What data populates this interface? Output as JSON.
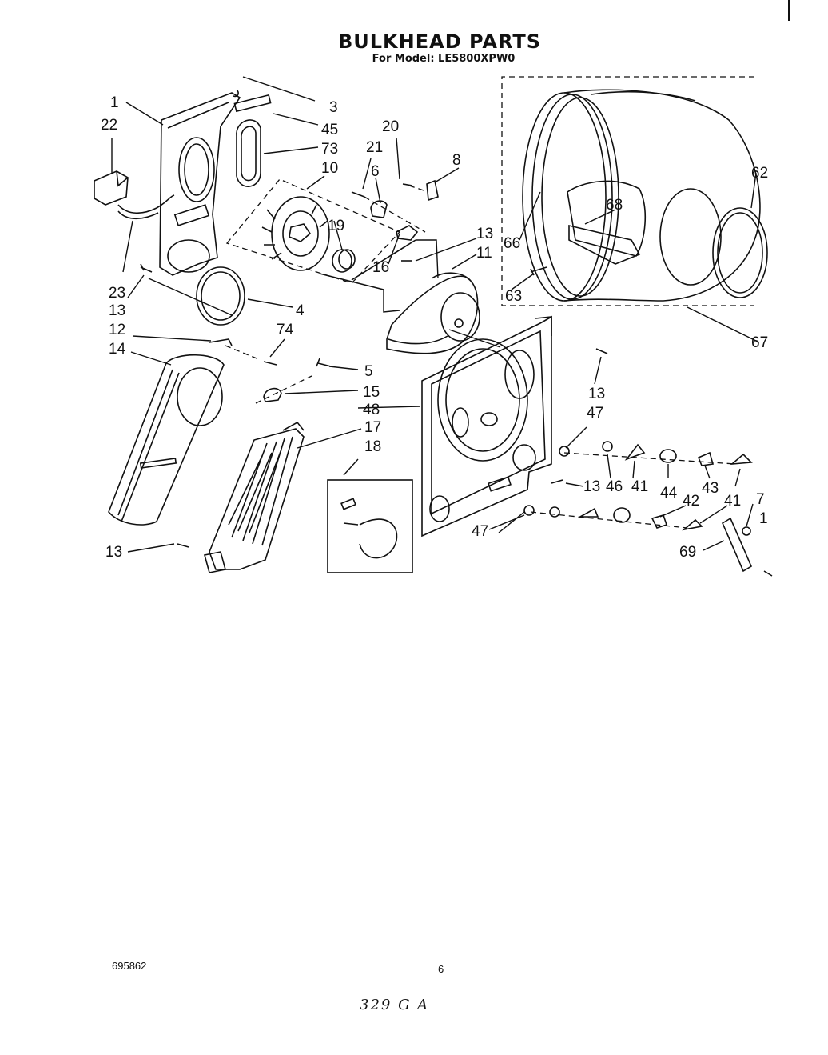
{
  "header": {
    "title": "BULKHEAD PARTS",
    "subtitle": "For Model: LE5800XPW0"
  },
  "footer": {
    "doc_number": "695862",
    "page_number": "6",
    "handwritten_note": "329 G A"
  },
  "callouts": {
    "c1": "1",
    "c22": "22",
    "c23": "23",
    "c13a": "13",
    "c12": "12",
    "c14": "14",
    "c13b": "13",
    "c3": "3",
    "c45": "45",
    "c73": "73",
    "c10": "10",
    "c19": "19",
    "c4": "4",
    "c74": "74",
    "c5": "5",
    "c15": "15",
    "c48": "48",
    "c17": "17",
    "c18": "18",
    "c20": "20",
    "c21": "21",
    "c6": "6",
    "c8": "8",
    "c13c": "13",
    "c11": "11",
    "c16": "16",
    "c66": "66",
    "c68": "68",
    "c62": "62",
    "c63": "63",
    "c67": "67",
    "c13d": "13",
    "c47a": "47",
    "c13e": "13",
    "c46": "46",
    "c41a": "41",
    "c44": "44",
    "c43": "43",
    "c42": "42",
    "c41b": "41",
    "c47b": "47",
    "c69": "69",
    "c7x": "7",
    "c1x": "1"
  }
}
